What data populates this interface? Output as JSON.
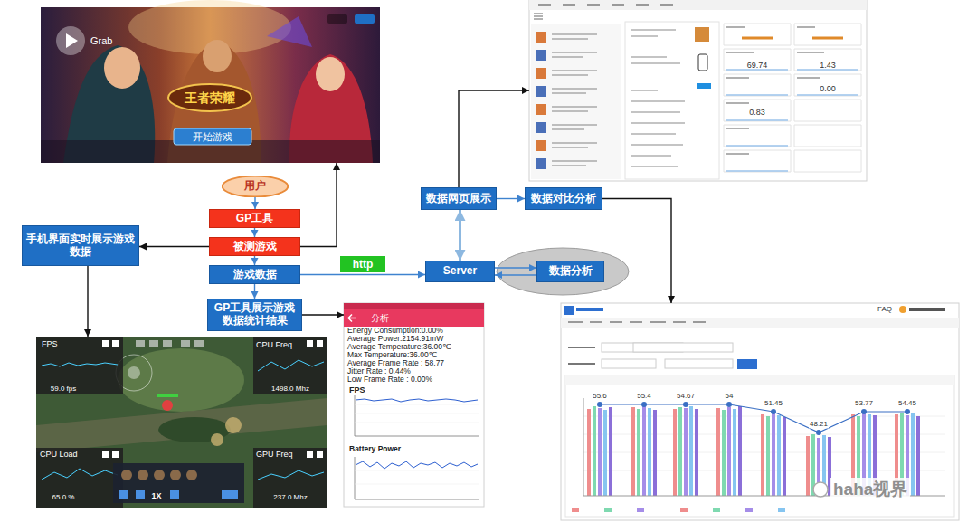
{
  "diagram": {
    "nodes": [
      {
        "text": [
          "Grab",
          "王者荣耀",
          "开始游戏"
        ]
      },
      {
        "text": [
          "69.74",
          "1.43",
          "0.00",
          "0.83"
        ]
      },
      {
        "text": [
          "用户"
        ]
      },
      {
        "text": [
          "GP工具"
        ]
      },
      {
        "text": [
          "被测游戏"
        ]
      },
      {
        "text": [
          "手机界面实时展示游戏数据"
        ]
      },
      {
        "text": [
          "游戏数据"
        ]
      },
      {
        "text": [
          "GP工具展示游戏数据统计结果"
        ]
      },
      {
        "text": [
          "数据网页展示"
        ]
      },
      {
        "text": [
          "数据对比分析"
        ]
      },
      {
        "text": [
          "Server"
        ]
      },
      {
        "text": [
          "数据分析"
        ]
      },
      {
        "text": [
          "FPS",
          "59.0 fps",
          "CPU Freq",
          "1498.0 Mhz",
          "CPU Load",
          "65.0 %",
          "GPU Freq",
          "237.0 Mhz",
          "1X"
        ]
      },
      {
        "text": [
          "分析",
          "Energy Consumption:0.00%",
          "Average Power:2154.91mW",
          "Average Temperature:36.00℃",
          "Max Temperature:36.00℃",
          "Average Frame Rate : 58.77",
          "Jitter Rate : 0.44%",
          "Low Frame Rate : 0.00%",
          "FPS",
          "Battery Power"
        ]
      },
      {
        "text": [
          "FAQ",
          "55.6",
          "55.4",
          "54.67",
          "54",
          "51.45",
          "48.21",
          "53.77",
          "54.45"
        ]
      }
    ],
    "edges": [
      {
        "from": 2,
        "to": 3,
        "arrow": "to"
      },
      {
        "from": 3,
        "to": 4,
        "arrow": "to"
      },
      {
        "from": 4,
        "to": 6,
        "arrow": "to"
      },
      {
        "from": 6,
        "to": 7,
        "arrow": "to"
      },
      {
        "from": 4,
        "to": 5,
        "arrow": "to"
      },
      {
        "from": 5,
        "to": 12,
        "arrow": "to"
      },
      {
        "from": 4,
        "to": 0,
        "arrow": "to"
      },
      {
        "from": 7,
        "to": 13,
        "arrow": "to"
      },
      {
        "from": 6,
        "to": 10,
        "label": "http",
        "arrow": "to"
      },
      {
        "from": 10,
        "to": 11,
        "arrow": "to"
      },
      {
        "from": 11,
        "to": 10,
        "arrow": "to"
      },
      {
        "from": 10,
        "to": 8,
        "arrow": "both"
      },
      {
        "from": 8,
        "to": 1,
        "arrow": "to"
      },
      {
        "from": 8,
        "to": 9,
        "arrow": "to"
      },
      {
        "from": 9,
        "to": 14,
        "arrow": "to"
      }
    ],
    "labels": [
      "haha视界"
    ]
  }
}
